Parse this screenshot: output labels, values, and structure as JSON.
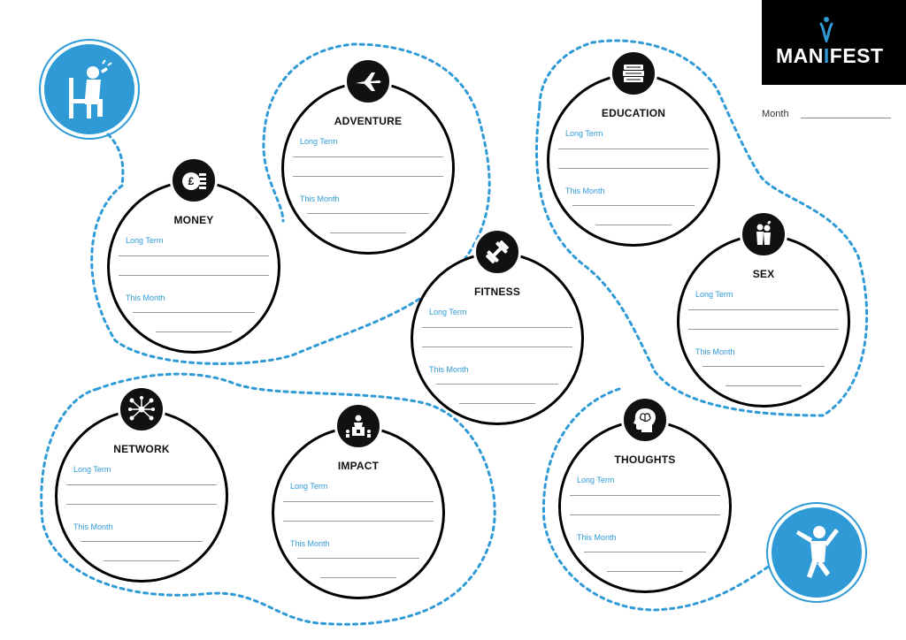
{
  "brand": {
    "name_part1": "MAN",
    "name_part2": "FEST",
    "logo_icon": "person-figure-icon"
  },
  "month": {
    "label": "Month",
    "value": ""
  },
  "colors": {
    "accent": "#2f9ad6",
    "ink": "#111111",
    "rule": "#9a9a9a"
  },
  "labels": {
    "long_term": "Long Term",
    "this_month": "This Month"
  },
  "start_icon": "stressed-person-on-chair-icon",
  "end_icon": "jumping-happy-person-icon",
  "sections": [
    {
      "id": "money",
      "title": "MONEY",
      "icon": "pound-coins-icon"
    },
    {
      "id": "adventure",
      "title": "ADVENTURE",
      "icon": "airplane-icon"
    },
    {
      "id": "education",
      "title": "EDUCATION",
      "icon": "books-icon"
    },
    {
      "id": "fitness",
      "title": "FITNESS",
      "icon": "dumbbell-icon"
    },
    {
      "id": "sex",
      "title": "SEX",
      "icon": "couple-icon"
    },
    {
      "id": "network",
      "title": "NETWORK",
      "icon": "network-nodes-icon"
    },
    {
      "id": "impact",
      "title": "IMPACT",
      "icon": "speaker-podium-icon"
    },
    {
      "id": "thoughts",
      "title": "THOUGHTS",
      "icon": "brain-head-icon"
    }
  ]
}
